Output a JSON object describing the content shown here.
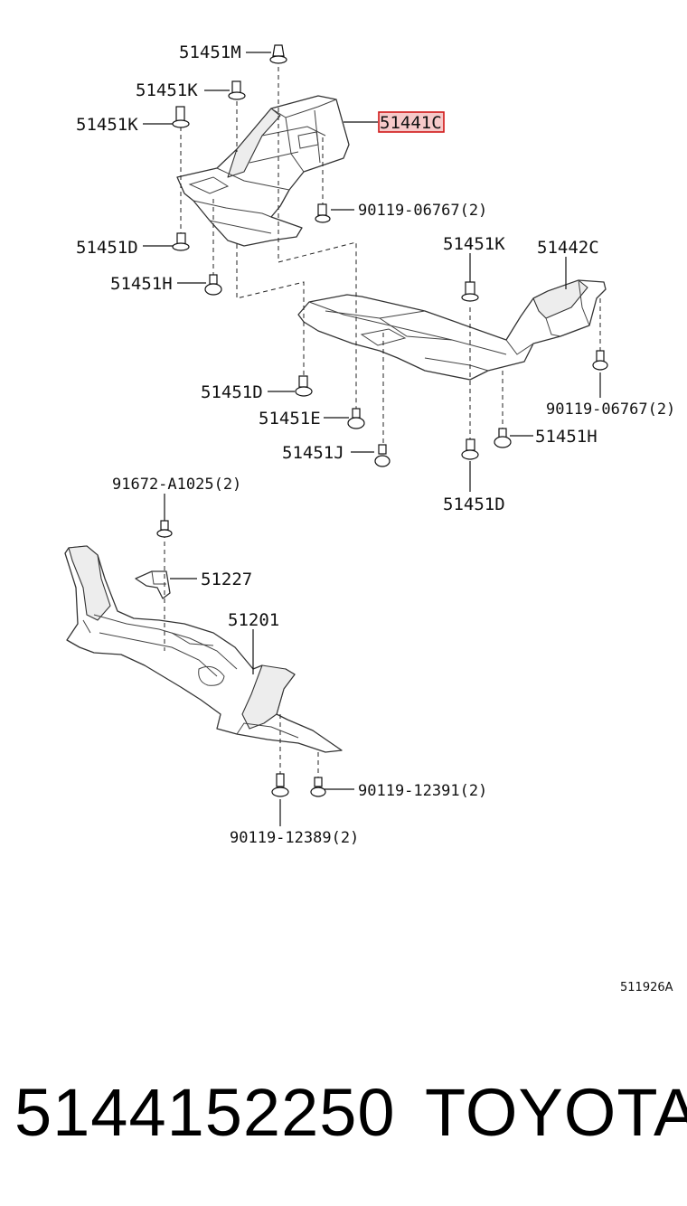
{
  "labels": {
    "l_51451M": "51451M",
    "l_51451K_a": "51451K",
    "l_51451K_b": "51451K",
    "l_51441C": "51441C",
    "l_90119_06767_a": "90119-06767(2)",
    "l_51451D_a": "51451D",
    "l_51451H_a": "51451H",
    "l_51451K_c": "51451K",
    "l_51442C": "51442C",
    "l_51451D_b": "51451D",
    "l_51451E": "51451E",
    "l_51451J": "51451J",
    "l_90119_06767_b": "90119-06767(2)",
    "l_51451H_b": "51451H",
    "l_51451D_c": "51451D",
    "l_91672": "91672-A1025(2)",
    "l_51227": "51227",
    "l_51201": "51201",
    "l_90119_12391": "90119-12391(2)",
    "l_90119_12389": "90119-12389(2)"
  },
  "highlighted_part": "51441C",
  "highlight_color": "#d01818",
  "diagram_ref": "511926A",
  "footer": {
    "part_number": "5144152250",
    "brand": "TOYOTA"
  }
}
